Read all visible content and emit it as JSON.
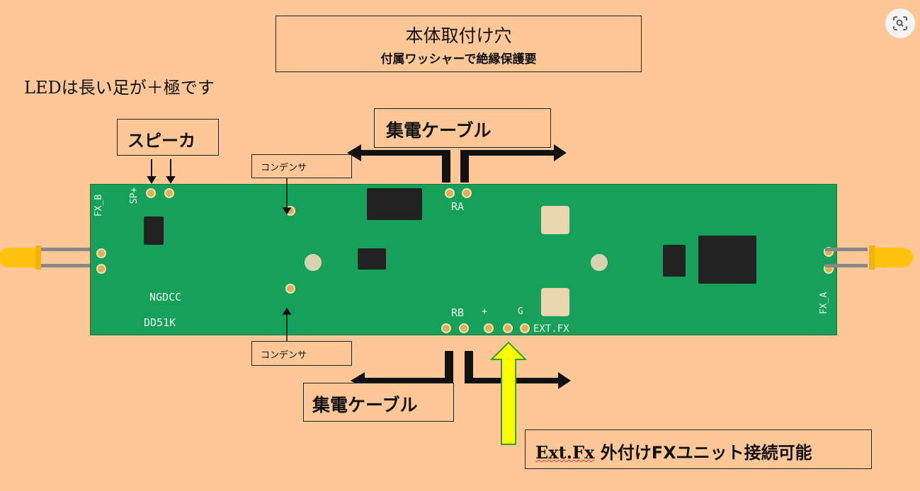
{
  "mount_hole": {
    "title": "本体取付け穴",
    "subtitle": "付属ワッシャーで絶縁保護要"
  },
  "led_note": "LEDは長い足が＋極です",
  "speaker_label": "スピーカ",
  "capacitor_top": "コンデンサ",
  "capacitor_bottom": "コンデンサ",
  "pickup_cable_top": "集電ケーブル",
  "pickup_cable_bottom": "集電ケーブル",
  "extfx_note": {
    "prefix": "Ext.Fx",
    "text": " 外付けFXユニット接続可能"
  },
  "pcb_silk": {
    "fx_b": "FX_B",
    "sp": "SP+",
    "ngdcc": "NGDCC",
    "dd51k": "DD51K",
    "ra": "RA",
    "rb": "RB",
    "plus": "+",
    "g": "G",
    "ext_fx": "EXT.FX",
    "fx_a": "FX_A"
  },
  "colors": {
    "background": "#fdc797",
    "pcb": "#17a059",
    "arrow_ext": "#ffff00",
    "led": "#ffc20e"
  }
}
